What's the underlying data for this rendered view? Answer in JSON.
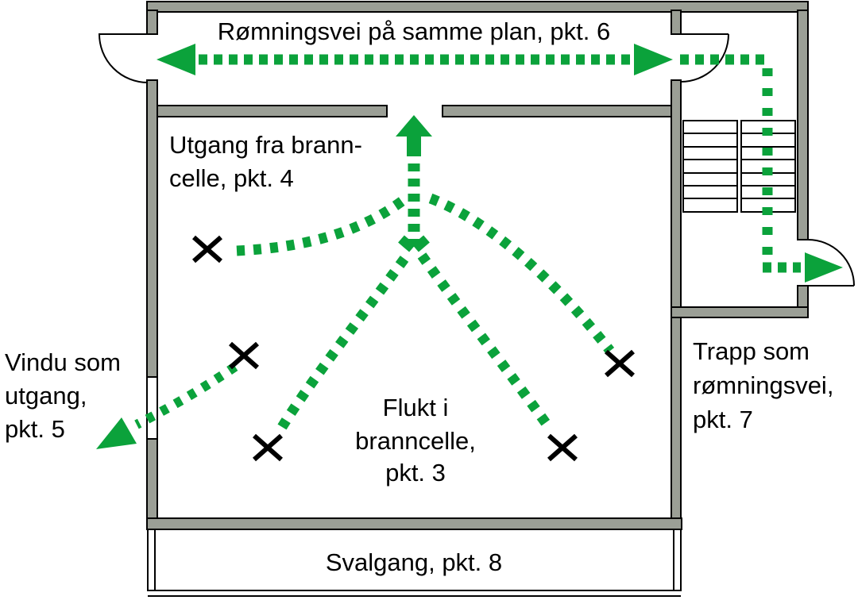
{
  "diagram": {
    "kind": "fire-escape-floor-plan",
    "colors": {
      "route_green": "#0BA23B",
      "wall_fill": "#9B9F96",
      "outline": "#000000",
      "background": "#FFFFFF"
    },
    "labels": {
      "escape_route_same_floor": "Rømningsvei på samme plan, pkt. 6",
      "exit_from_fire_cell": {
        "line1": "Utgang fra brann-",
        "line2": "celle, pkt. 4"
      },
      "escape_inside_fire_cell": {
        "line1": "Flukt i",
        "line2": "branncelle,",
        "line3": "pkt. 3"
      },
      "window_as_exit": {
        "line1": "Vindu som",
        "line2": "utgang,",
        "line3": "pkt. 5"
      },
      "stair_as_escape_route": {
        "line1": "Trapp som",
        "line2": "rømningsvei,",
        "line3": "pkt. 7"
      },
      "gallery_walkway": "Svalgang, pkt. 8"
    }
  }
}
